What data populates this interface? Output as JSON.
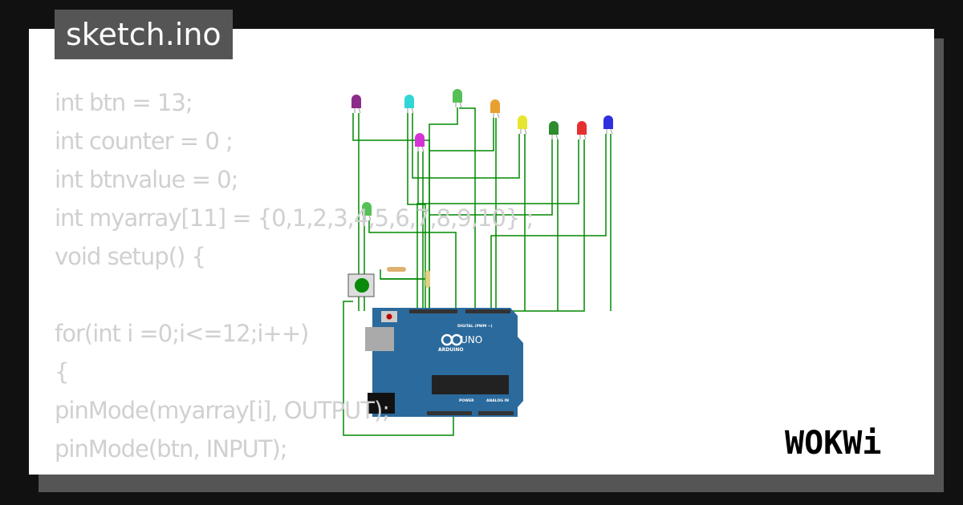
{
  "title": "sketch.ino",
  "code_lines": [
    "int btn = 13;",
    "int counter = 0 ;",
    "int btnvalue = 0;",
    "int myarray[11] = {0,1,2,3,4,5,6,7,8,9,10} ;",
    "void setup() {",
    "",
    "for(int i =0;i<=12;i++)",
    "{",
    "pinMode(myarray[i], OUTPUT);",
    "pinMode(btn, INPUT);",
    "}"
  ],
  "board": {
    "name": "UNO",
    "brand": "ARDUINO",
    "header_label": "DIGITAL (PWM ~)",
    "power_label": "POWER",
    "analog_label": "ANALOG IN",
    "color": "#2b6a9c"
  },
  "leds": [
    {
      "color": "#8b2c8b"
    },
    {
      "color": "#33d6d6"
    },
    {
      "color": "#55c055"
    },
    {
      "color": "#e8a030"
    },
    {
      "color": "#e6e630"
    },
    {
      "color": "#2e8b2e"
    },
    {
      "color": "#e53030"
    },
    {
      "color": "#3030e0"
    },
    {
      "color": "#d633d6"
    },
    {
      "color": "#55c055"
    }
  ],
  "button_color": "#0a8a0a",
  "wire_color": "#008800",
  "logo": "WOKWi"
}
